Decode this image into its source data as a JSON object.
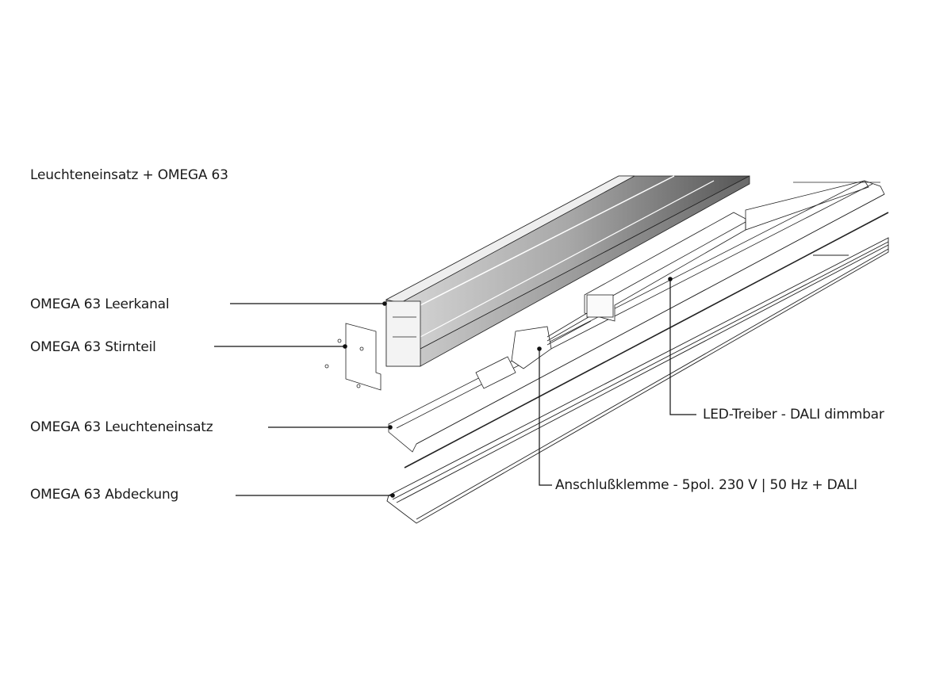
{
  "title": "Leuchteneinsatz + OMEGA 63",
  "labels": {
    "leerkanal": "OMEGA 63 Leerkanal",
    "stirnteil": "OMEGA 63 Stirnteil",
    "leuchteneinsatz": "OMEGA 63 Leuchteneinsatz",
    "abdeckung": "OMEGA 63 Abdeckung",
    "treiber": "LED-Treiber - DALI dimmbar",
    "klemme": "Anschlußklemme - 5pol. 230 V | 50 Hz + DALI"
  },
  "colors": {
    "line": "#111111",
    "profile_light": "#d4d4d4",
    "profile_dark": "#5a5a5a"
  }
}
